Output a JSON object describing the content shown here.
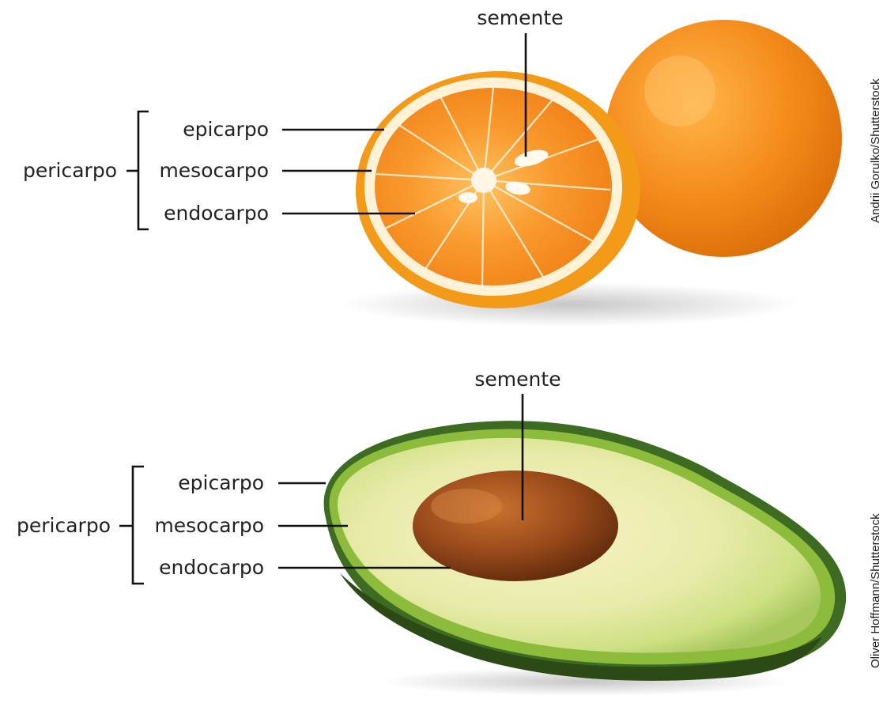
{
  "orange": {
    "labels": {
      "seed": "semente",
      "pericarp": "pericarpo",
      "epicarp": "epicarpo",
      "mesocarp": "mesocarpo",
      "endocarp": "endocarpo"
    },
    "credit": "Andrii Gorulko/Shutterstock"
  },
  "avocado": {
    "labels": {
      "seed": "semente",
      "pericarp": "pericarpo",
      "epicarp": "epicarpo",
      "mesocarp": "mesocarpo",
      "endocarp": "endocarpo"
    },
    "credit": "Oliver Hoffmann/Shutterstock"
  }
}
